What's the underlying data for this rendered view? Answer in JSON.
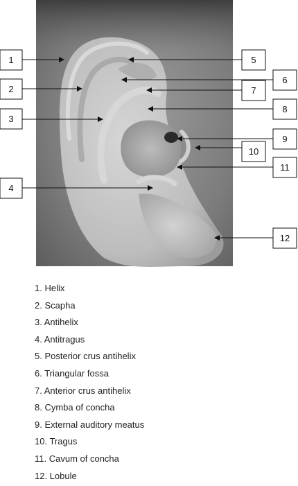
{
  "labels": [
    {
      "num": "1"
    },
    {
      "num": "2"
    },
    {
      "num": "3"
    },
    {
      "num": "4"
    },
    {
      "num": "5"
    },
    {
      "num": "6"
    },
    {
      "num": "7"
    },
    {
      "num": "8"
    },
    {
      "num": "9"
    },
    {
      "num": "10"
    },
    {
      "num": "11"
    },
    {
      "num": "12"
    }
  ],
  "legend": [
    "1. Helix",
    "2. Scapha",
    "3. Antihelix",
    "4. Antitragus",
    "5. Posterior crus antihelix",
    "6. Triangular fossa",
    "7. Anterior crus antihelix",
    "8. Cymba of concha",
    "9. External auditory meatus",
    "10. Tragus",
    "11. Cavum of concha",
    "12. Lobule"
  ]
}
